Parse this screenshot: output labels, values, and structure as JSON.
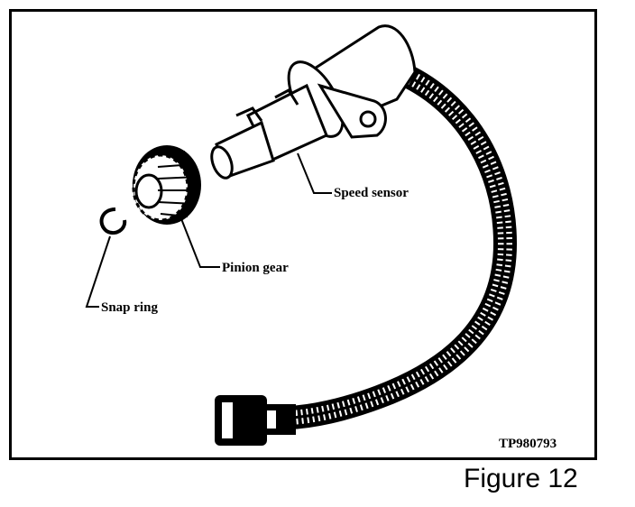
{
  "diagram": {
    "labels": {
      "speed_sensor": "Speed sensor",
      "pinion_gear": "Pinion gear",
      "snap_ring": "Snap ring"
    },
    "figure_code": "TP980793",
    "caption": "Figure 12"
  }
}
